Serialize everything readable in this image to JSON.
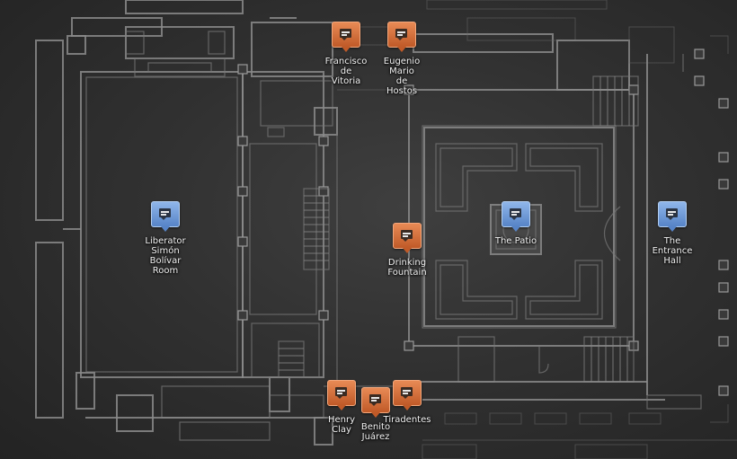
{
  "markers": [
    {
      "id": "liberator",
      "label": "Liberator\nSimón\nBolívar\nRoom",
      "type": "blue",
      "icon": "comment-icon"
    },
    {
      "id": "vitoria",
      "label": "Francisco\nde\nVitoria",
      "type": "orange",
      "icon": "comment-icon"
    },
    {
      "id": "hostos",
      "label": "Eugenio\nMario\nde\nHostos",
      "type": "orange",
      "icon": "comment-icon"
    },
    {
      "id": "patio",
      "label": "The Patio",
      "type": "blue",
      "icon": "comment-icon"
    },
    {
      "id": "entrance",
      "label": "The\nEntrance\nHall",
      "type": "blue",
      "icon": "comment-icon"
    },
    {
      "id": "fountain",
      "label": "Drinking\nFountain",
      "type": "orange",
      "icon": "comment-icon"
    },
    {
      "id": "clay",
      "label": "Henry\nClay",
      "type": "orange",
      "icon": "comment-icon"
    },
    {
      "id": "juarez",
      "label": "Benito\nJuárez",
      "type": "orange",
      "icon": "comment-icon"
    },
    {
      "id": "tiradentes",
      "label": "Tiradentes",
      "type": "orange",
      "icon": "comment-icon"
    }
  ],
  "colors": {
    "orange": "#d06a35",
    "blue": "#6f9ad8",
    "background": "#333333",
    "walls": "#8a8a8a"
  }
}
